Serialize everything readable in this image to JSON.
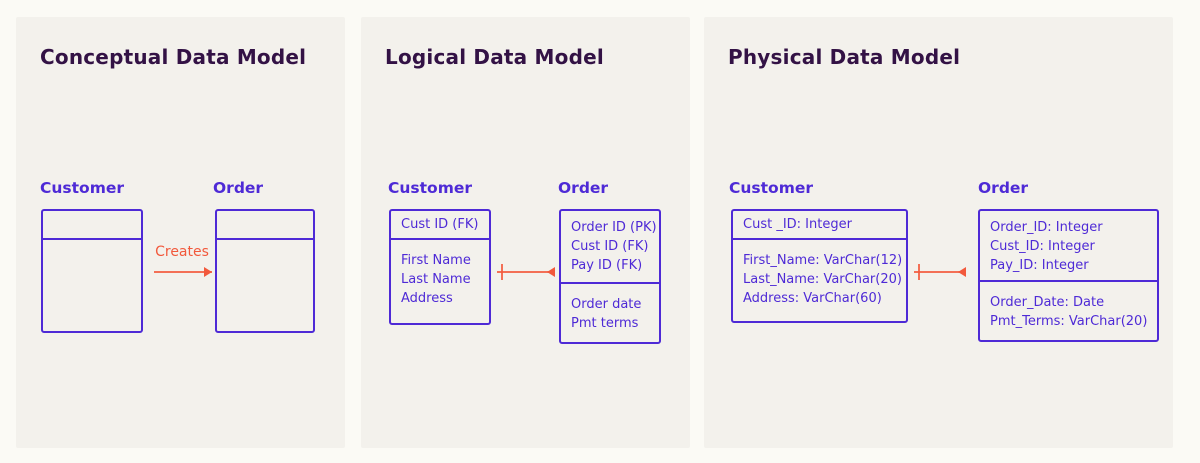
{
  "colors": {
    "background": "#fbfaf5",
    "panel": "#f3f1ec",
    "title": "#331245",
    "indigo": "#4e2ad6",
    "accent": "#f2593c"
  },
  "panels": [
    {
      "title": "Conceptual Data Model",
      "customer": {
        "name": "Customer"
      },
      "order": {
        "name": "Order"
      },
      "relationship": {
        "label": "Creates",
        "notation": "arrow-right"
      }
    },
    {
      "title": "Logical Data Model",
      "customer": {
        "name": "Customer",
        "header": [
          "Cust ID (FK)"
        ],
        "body": [
          "First Name",
          "Last Name",
          "Address"
        ]
      },
      "order": {
        "name": "Order",
        "header": [
          "Order ID (PK)",
          "Cust ID (FK)",
          "Pay ID (FK)"
        ],
        "body": [
          "Order date",
          "Pmt terms"
        ]
      },
      "relationship": {
        "label": "",
        "notation": "one-tick-arrow-left"
      }
    },
    {
      "title": "Physical Data Model",
      "customer": {
        "name": "Customer",
        "header": [
          "Cust _ID: Integer"
        ],
        "body": [
          "First_Name: VarChar(12)",
          "Last_Name: VarChar(20)",
          "Address: VarChar(60)"
        ]
      },
      "order": {
        "name": "Order",
        "header": [
          "Order_ID: Integer",
          "Cust_ID: Integer",
          "Pay_ID: Integer"
        ],
        "body": [
          "Order_Date: Date",
          "Pmt_Terms: VarChar(20)"
        ]
      },
      "relationship": {
        "label": "",
        "notation": "one-tick-arrow-left"
      }
    }
  ]
}
